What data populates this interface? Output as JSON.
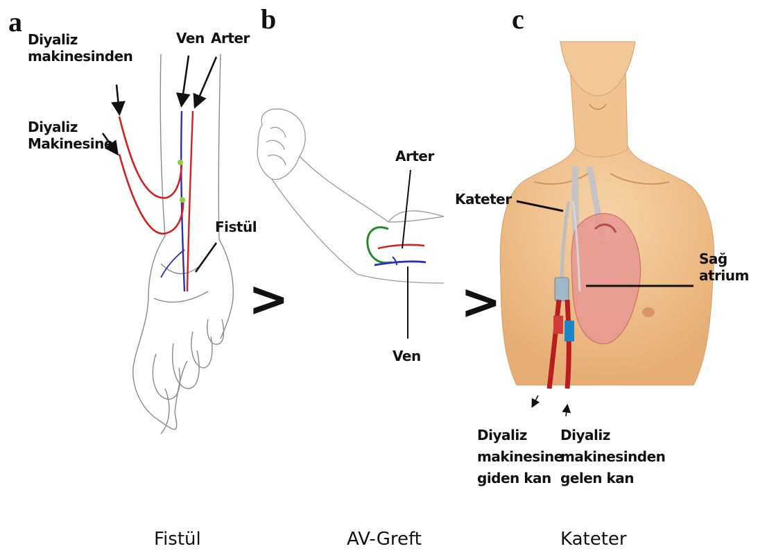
{
  "panels": {
    "a": {
      "letter": "a",
      "caption": "Fistül",
      "labels": {
        "from_machine_1": "Diyaliz",
        "from_machine_2": "makinesinden",
        "to_machine_1": "Diyaliz",
        "to_machine_2": "Makinesine",
        "vein": "Ven",
        "artery": "Arter",
        "fistula": "Fistül"
      }
    },
    "b": {
      "letter": "b",
      "caption": "AV-Greft",
      "labels": {
        "artery": "Arter",
        "vein": "Ven"
      }
    },
    "c": {
      "letter": "c",
      "caption": "Kateter",
      "labels": {
        "catheter": "Kateter",
        "right_atrium_1": "Sağ",
        "right_atrium_2": "atrium",
        "to_machine_1": "Diyaliz",
        "to_machine_2": "makinesine",
        "to_machine_3": "giden kan",
        "from_machine_1": "Diyaliz",
        "from_machine_2": "makinesinden",
        "from_machine_3": "gelen kan"
      }
    }
  },
  "arrows": {
    "chevron": ">"
  },
  "colors": {
    "artery": "#d42020",
    "vein": "#2a2fb8",
    "graft": "#1f8a2a",
    "skin": "#f2c08f",
    "skin_shadow": "#e0a26c",
    "heart": "#e8837d",
    "catheter_red": "#b81e1e",
    "catheter_blue": "#1d86c8",
    "outline": "#777777"
  }
}
